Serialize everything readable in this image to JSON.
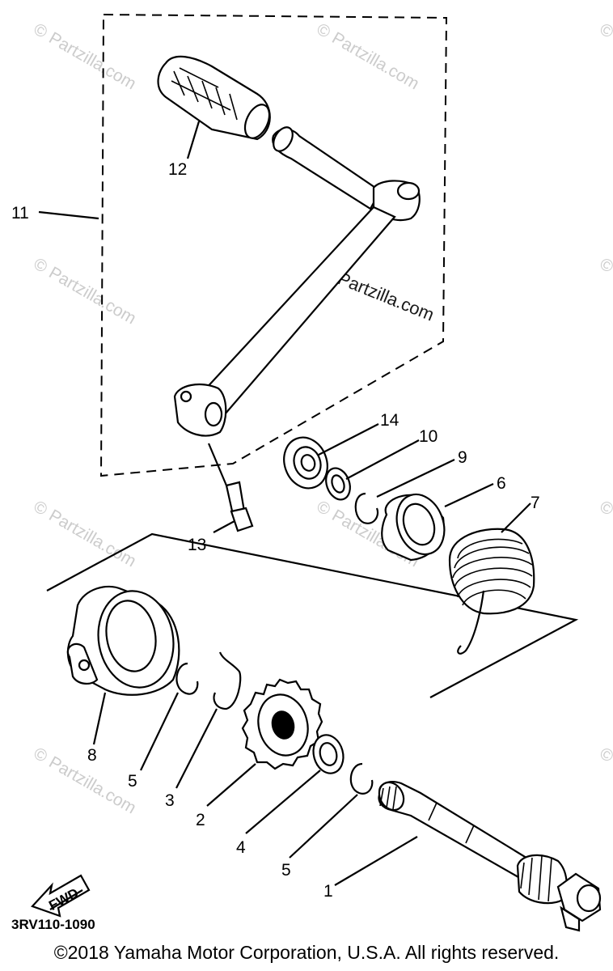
{
  "watermark": {
    "text": "Partzilla.com",
    "symbol": "©"
  },
  "callouts": [
    "1",
    "2",
    "3",
    "4",
    "5",
    "5",
    "6",
    "7",
    "8",
    "9",
    "10",
    "11",
    "12",
    "13",
    "14"
  ],
  "fwd_label": "FWD",
  "diagram_code": "3RV110-1090",
  "copyright": "©2018  Yamaha Motor Corporation, U.S.A. All rights reserved."
}
